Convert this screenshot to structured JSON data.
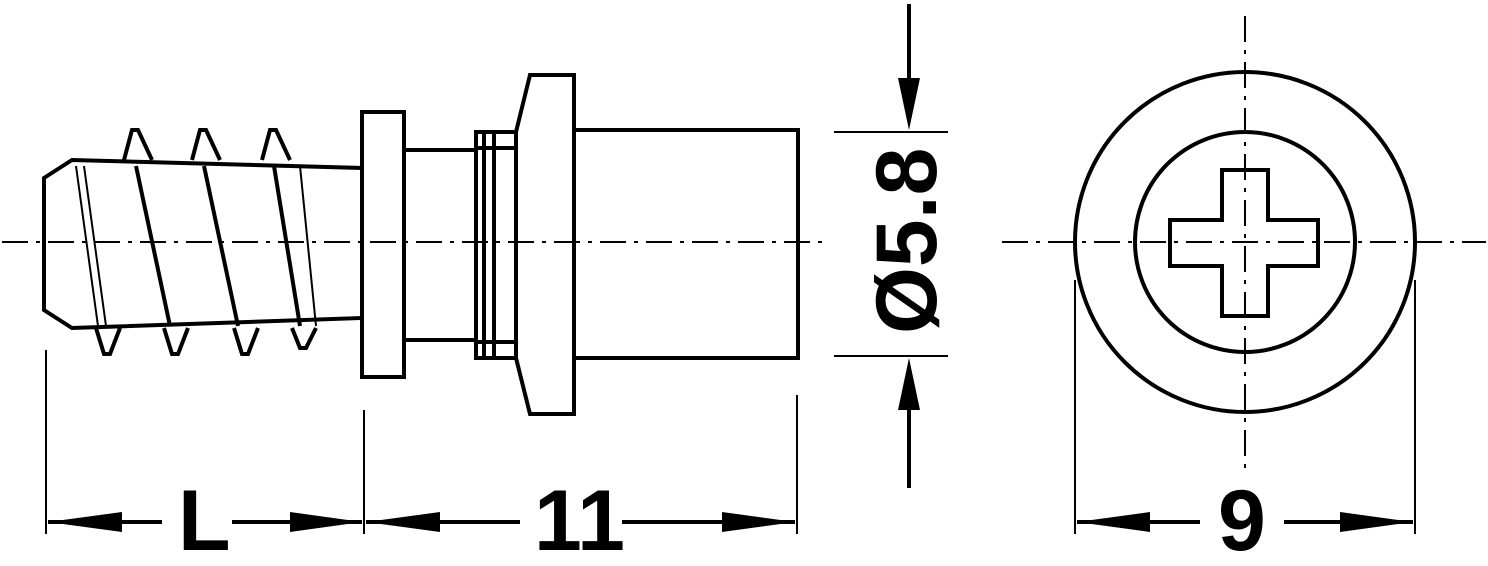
{
  "dimensions": {
    "screw_length_label": "L",
    "body_length_label": "11",
    "diameter_label": "Ø5.8",
    "head_diameter_label": "9"
  }
}
